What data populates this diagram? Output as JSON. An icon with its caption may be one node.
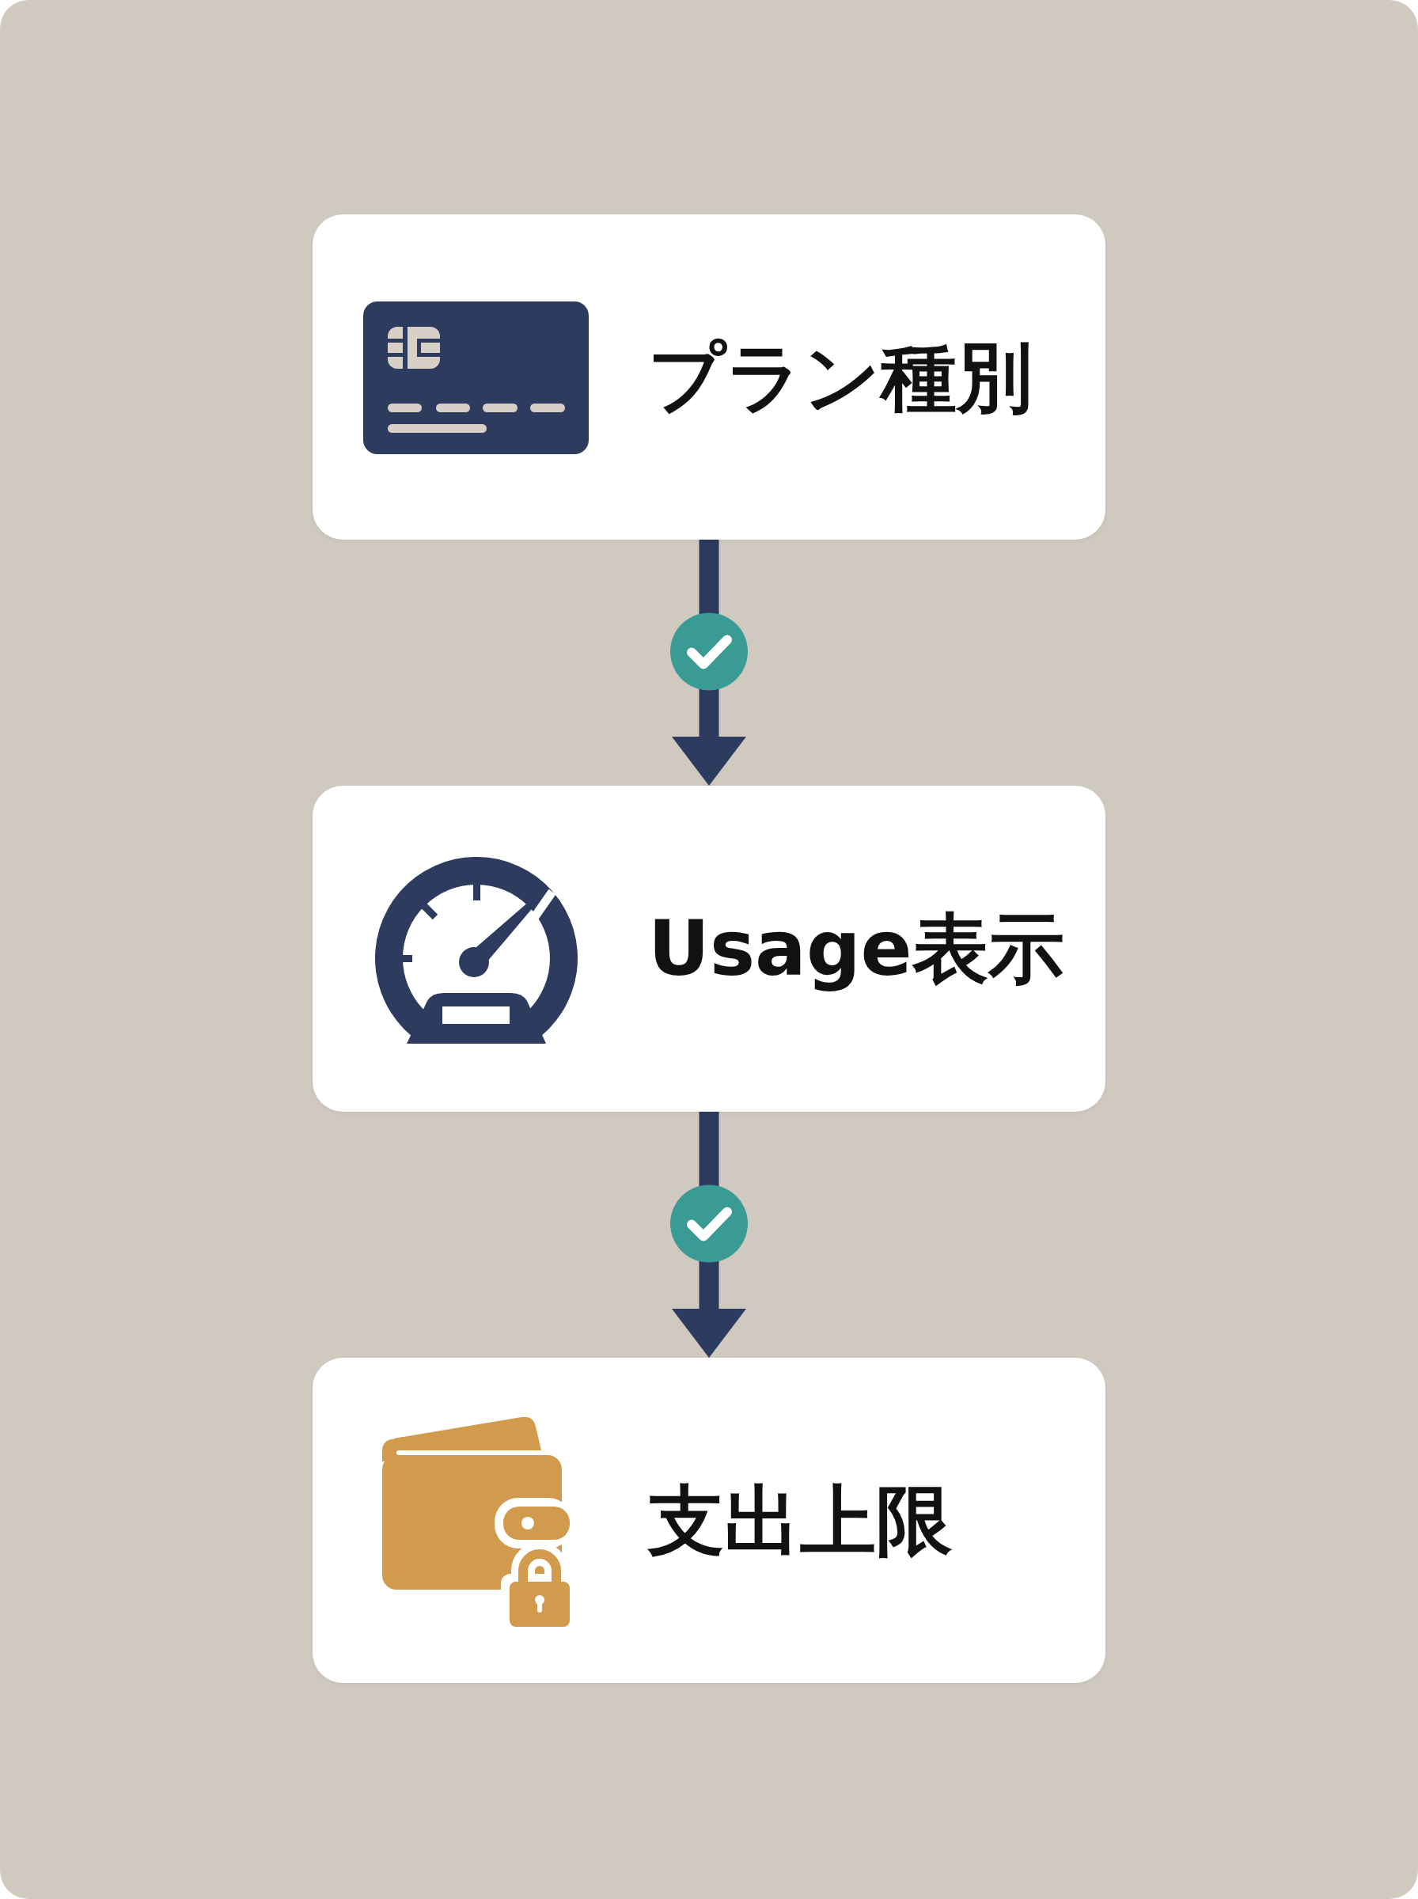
{
  "diagram": {
    "nodes": [
      {
        "text": [
          "プラン種別"
        ]
      },
      {
        "text": [
          "Usage表示"
        ]
      },
      {
        "text": [
          "支出上限"
        ]
      }
    ],
    "edges": [
      {
        "from": 0,
        "to": 1,
        "arrow": "to"
      },
      {
        "from": 1,
        "to": 2,
        "arrow": "to"
      }
    ]
  }
}
